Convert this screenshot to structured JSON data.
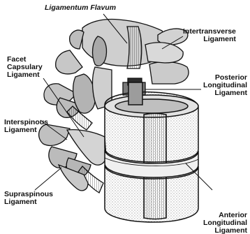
{
  "diagram": {
    "labels": {
      "ligamentum_flavum": "Ligamentum Flavum",
      "intertransverse": [
        "Intertransverse",
        "Ligament"
      ],
      "facet_capsulary": [
        "Facet",
        "Capsulary",
        "Ligament"
      ],
      "posterior_longitudinal": [
        "Posterior",
        "Longitudinal",
        "Ligament"
      ],
      "interspinous": [
        "Interspinous",
        "Ligament"
      ],
      "supraspinous": [
        "Supraspinous",
        "Ligament"
      ],
      "anterior_longitudinal": [
        "Anterior",
        "Longitudinal",
        "Ligament"
      ]
    }
  }
}
